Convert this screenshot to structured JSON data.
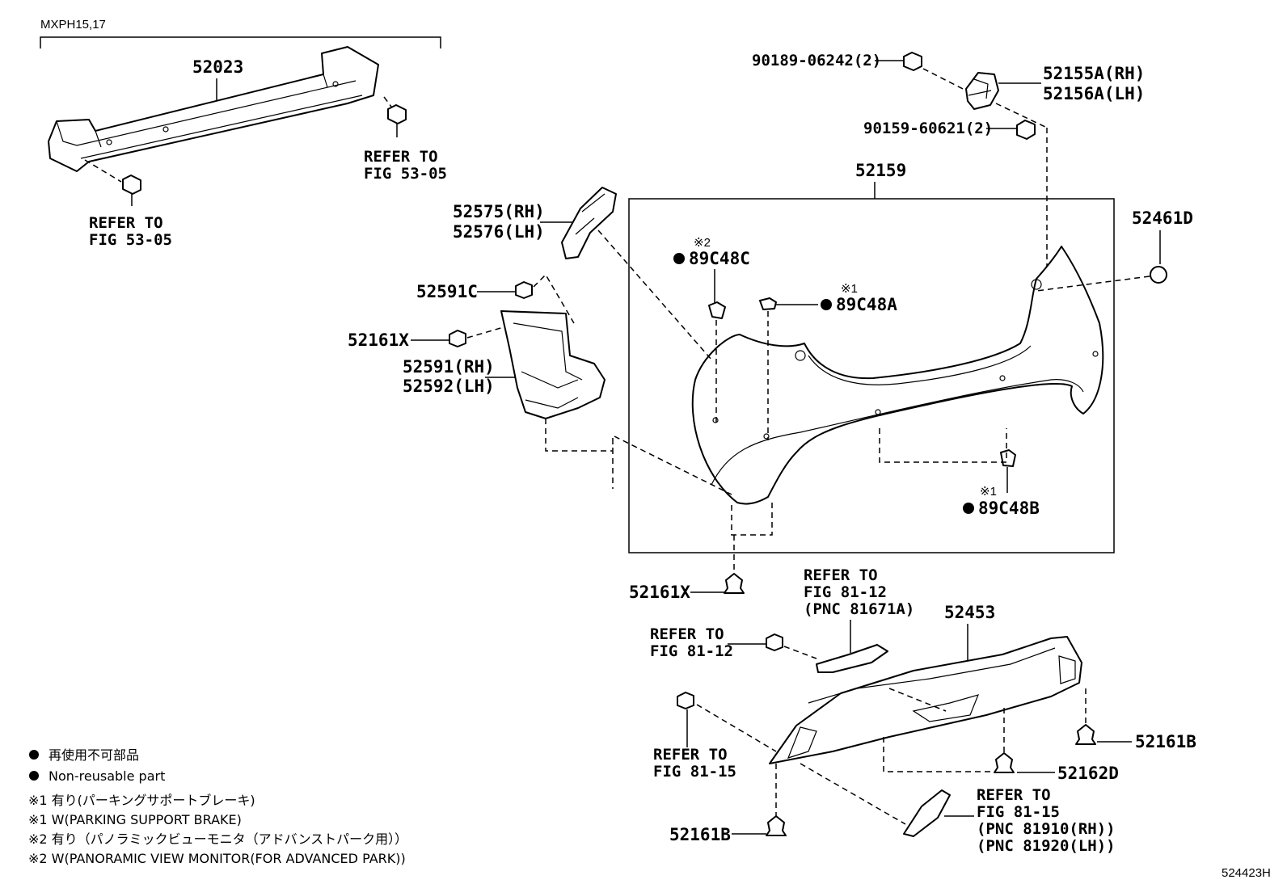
{
  "variant_label": "MXPH15,17",
  "parts": {
    "reinforcement": "52023",
    "bumper_cover": "52159",
    "retainer_rh": "52155A(RH)",
    "retainer_lh": "52156A(LH)",
    "bolt_upper": "90189-06242(2)",
    "nut_upper": "90159-60621(2)",
    "bracket_rh": "52575(RH)",
    "bracket_lh": "52576(LH)",
    "clip_52591c": "52591C",
    "clip_52161x_top": "52161X",
    "spacer_rh": "52591(RH)",
    "spacer_lh": "52592(LH)",
    "clip_52461d": "52461D",
    "sensor_c": "89C48C",
    "sensor_a": "89C48A",
    "sensor_b": "89C48B",
    "clip_52161x_bottom": "52161X",
    "lower_cover": "52453",
    "clip_52161b_right": "52161B",
    "clip_52162d": "52162D",
    "clip_52161b_bottom": "52161B"
  },
  "marks": {
    "m1": "※1",
    "m2": "※2"
  },
  "refers": {
    "ref_53_left": [
      "REFER TO",
      "FIG 53-05"
    ],
    "ref_53_right": [
      "REFER TO",
      "FIG 53-05"
    ],
    "ref_81_12_pnc": [
      "REFER TO",
      "FIG 81-12",
      "(PNC 81671A)"
    ],
    "ref_81_12": [
      "REFER TO",
      "FIG 81-12"
    ],
    "ref_81_15": [
      "REFER TO",
      "FIG 81-15"
    ],
    "ref_81_15_pnc": [
      "REFER TO",
      "FIG 81-15",
      "(PNC 81910(RH))",
      "(PNC 81920(LH))"
    ]
  },
  "legend": {
    "jp_nonreusable": "再使用不可部品",
    "en_nonreusable": "Non-reusable part",
    "note1_jp": "※1 有り(パーキングサポートブレーキ)",
    "note1_en": "※1 W(PARKING SUPPORT BRAKE)",
    "note2_jp": "※2 有り（パノラミックビューモニタ（アドバンストパーク用））",
    "note2_en": "※2 W(PANORAMIC VIEW MONITOR(FOR ADVANCED PARK))"
  },
  "figure_id": "524423H"
}
